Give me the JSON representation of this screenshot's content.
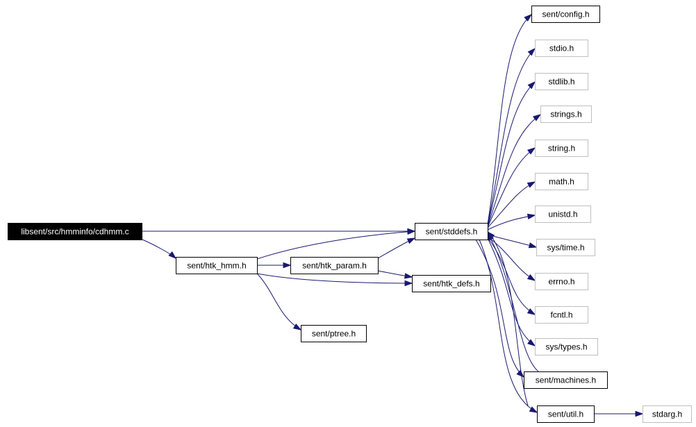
{
  "graph": {
    "edge_color": "#191970",
    "nodes": [
      {
        "id": "root",
        "label": "libsent/src/hmminfo/cdhmm.c",
        "style": "root"
      },
      {
        "id": "stddefs",
        "label": "sent/stddefs.h",
        "style": "normal"
      },
      {
        "id": "htk_hmm",
        "label": "sent/htk_hmm.h",
        "style": "normal"
      },
      {
        "id": "htk_param",
        "label": "sent/htk_param.h",
        "style": "normal"
      },
      {
        "id": "htk_defs",
        "label": "sent/htk_defs.h",
        "style": "normal"
      },
      {
        "id": "ptree",
        "label": "sent/ptree.h",
        "style": "normal"
      },
      {
        "id": "config",
        "label": "sent/config.h",
        "style": "normal"
      },
      {
        "id": "stdio",
        "label": "stdio.h",
        "style": "grey"
      },
      {
        "id": "stdlib",
        "label": "stdlib.h",
        "style": "grey"
      },
      {
        "id": "strings",
        "label": "strings.h",
        "style": "grey"
      },
      {
        "id": "string",
        "label": "string.h",
        "style": "grey"
      },
      {
        "id": "math",
        "label": "math.h",
        "style": "grey"
      },
      {
        "id": "unistd",
        "label": "unistd.h",
        "style": "grey"
      },
      {
        "id": "systime",
        "label": "sys/time.h",
        "style": "grey"
      },
      {
        "id": "errno",
        "label": "errno.h",
        "style": "grey"
      },
      {
        "id": "fcntl",
        "label": "fcntl.h",
        "style": "grey"
      },
      {
        "id": "systypes",
        "label": "sys/types.h",
        "style": "grey"
      },
      {
        "id": "machines",
        "label": "sent/machines.h",
        "style": "normal"
      },
      {
        "id": "util",
        "label": "sent/util.h",
        "style": "normal"
      },
      {
        "id": "stdarg",
        "label": "stdarg.h",
        "style": "grey"
      }
    ],
    "edges": [
      {
        "from": "root",
        "to": "stddefs"
      },
      {
        "from": "root",
        "to": "htk_hmm"
      },
      {
        "from": "htk_hmm",
        "to": "stddefs"
      },
      {
        "from": "htk_hmm",
        "to": "htk_param"
      },
      {
        "from": "htk_hmm",
        "to": "htk_defs"
      },
      {
        "from": "htk_hmm",
        "to": "ptree"
      },
      {
        "from": "htk_param",
        "to": "stddefs"
      },
      {
        "from": "htk_param",
        "to": "htk_defs"
      },
      {
        "from": "stddefs",
        "to": "config"
      },
      {
        "from": "stddefs",
        "to": "stdio"
      },
      {
        "from": "stddefs",
        "to": "stdlib"
      },
      {
        "from": "stddefs",
        "to": "strings"
      },
      {
        "from": "stddefs",
        "to": "string"
      },
      {
        "from": "stddefs",
        "to": "math"
      },
      {
        "from": "stddefs",
        "to": "unistd"
      },
      {
        "from": "stddefs",
        "to": "systime"
      },
      {
        "from": "stddefs",
        "to": "errno"
      },
      {
        "from": "stddefs",
        "to": "fcntl"
      },
      {
        "from": "stddefs",
        "to": "systypes"
      },
      {
        "from": "stddefs",
        "to": "machines"
      },
      {
        "from": "stddefs",
        "to": "util"
      },
      {
        "from": "machines",
        "to": "stddefs"
      },
      {
        "from": "util",
        "to": "stddefs"
      },
      {
        "from": "util",
        "to": "stdarg"
      }
    ]
  }
}
